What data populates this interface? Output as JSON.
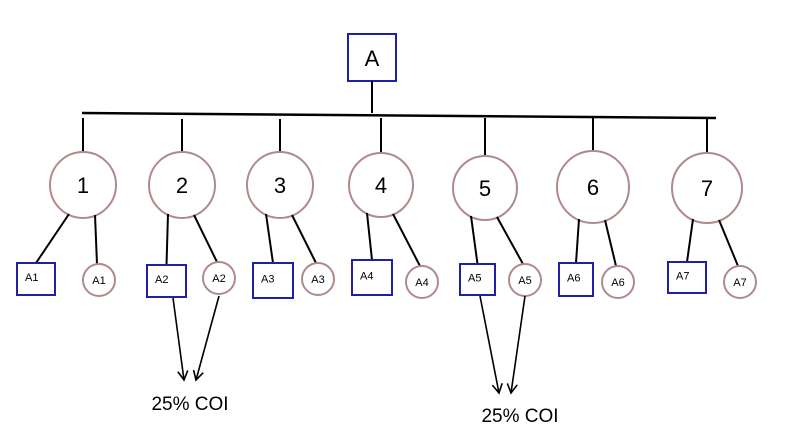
{
  "diagram": {
    "root_label": "A",
    "colors": {
      "square_stroke": "#1f1fa8",
      "circle_stroke": "#b08a8a",
      "line": "#000000"
    },
    "families": [
      {
        "id": "1",
        "male": "A1",
        "female": "A1"
      },
      {
        "id": "2",
        "male": "A2",
        "female": "A2"
      },
      {
        "id": "3",
        "male": "A3",
        "female": "A3"
      },
      {
        "id": "4",
        "male": "A4",
        "female": "A4"
      },
      {
        "id": "5",
        "male": "A5",
        "female": "A5"
      },
      {
        "id": "6",
        "male": "A6",
        "female": "A6"
      },
      {
        "id": "7",
        "male": "A7",
        "female": "A7"
      }
    ],
    "coi_labels": [
      "25% COI",
      "25% COI"
    ]
  }
}
